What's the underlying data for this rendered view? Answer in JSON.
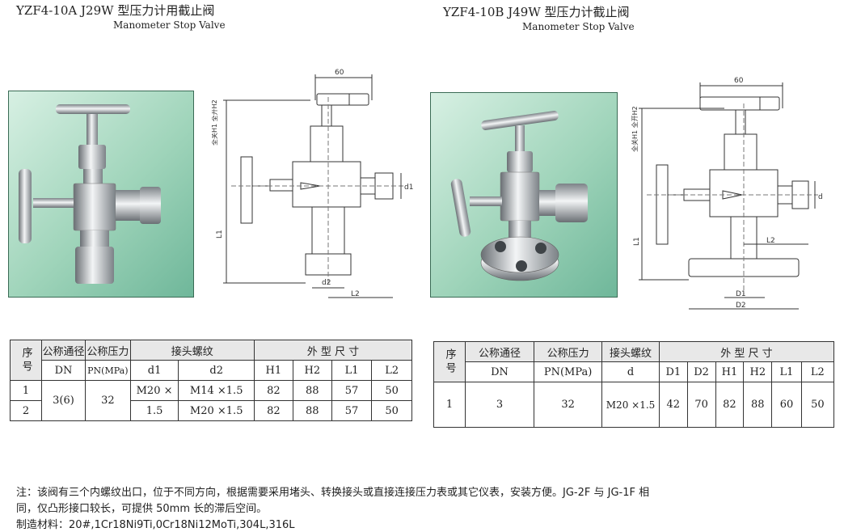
{
  "left": {
    "title": "YZF4-10A J29W  型压力计用截止阀",
    "subtitle": "Manometer Stop Valve",
    "drawing": {
      "top_dim": "60",
      "h_labels": "全关H1 全开H2",
      "l1": "L1",
      "d1": "d1",
      "d2": "d2",
      "l2": "L2"
    },
    "table": {
      "col_seq": "序号",
      "col_dn_cn": "公称通径",
      "col_dn": "DN",
      "col_pn_cn": "公称压力",
      "col_pn": "PN(MPa)",
      "col_thread": "接头螺纹",
      "col_d1": "d1",
      "col_d2": "d2",
      "col_dims": "外 型 尺 寸",
      "col_h1": "H1",
      "col_h2": "H2",
      "col_l1": "L1",
      "col_l2": "L2",
      "rows": [
        {
          "seq": "1",
          "d2": "M14 ×1.5",
          "h1": "82",
          "h2": "88",
          "l1": "57",
          "l2": "50"
        },
        {
          "seq": "2",
          "d2": "M20 ×1.5",
          "h1": "82",
          "h2": "88",
          "l1": "57",
          "l2": "50"
        }
      ],
      "dn": "3(6)",
      "pn": "32",
      "d1_a": "M20 ×",
      "d1_b": "1.5"
    }
  },
  "right": {
    "title": "YZF4-10B J49W  型压力计截止阀",
    "subtitle": "Manometer Stop Valve",
    "drawing": {
      "top_dim": "60",
      "h_labels": "全关H1 全开H2",
      "l1": "L1",
      "d": "d",
      "l2": "L2",
      "D1": "D1",
      "D2": "D2"
    },
    "table": {
      "col_seq": "序号",
      "col_dn_cn": "公称通径",
      "col_dn": "DN",
      "col_pn_cn": "公称压力",
      "col_pn": "PN(MPa)",
      "col_thread": "接头螺纹",
      "col_d": "d",
      "col_dims": "外 型 尺 寸",
      "col_D1": "D1",
      "col_D2": "D2",
      "col_H1": "H1",
      "col_H2": "H2",
      "col_L1": "L1",
      "col_L2": "L2",
      "row": {
        "seq": "1",
        "dn": "3",
        "pn": "32",
        "d": "M20 ×1.5",
        "D1": "42",
        "D2": "70",
        "H1": "82",
        "H2": "88",
        "L1": "60",
        "L2": "50"
      }
    }
  },
  "notes": {
    "line1": "注：该阀有三个内螺纹出口，位于不同方向，根据需要采用堵头、转换接头或直接连接压力表或其它仪表，安装方便。JG-2F 与 JG-1F 相",
    "line2": "同，仅凸形接口较长，可提供 50mm 长的滞后空间。",
    "line3": "制造材料：20#,1Cr18Ni9Ti,0Cr18Ni12MoTi,304L,316L"
  }
}
